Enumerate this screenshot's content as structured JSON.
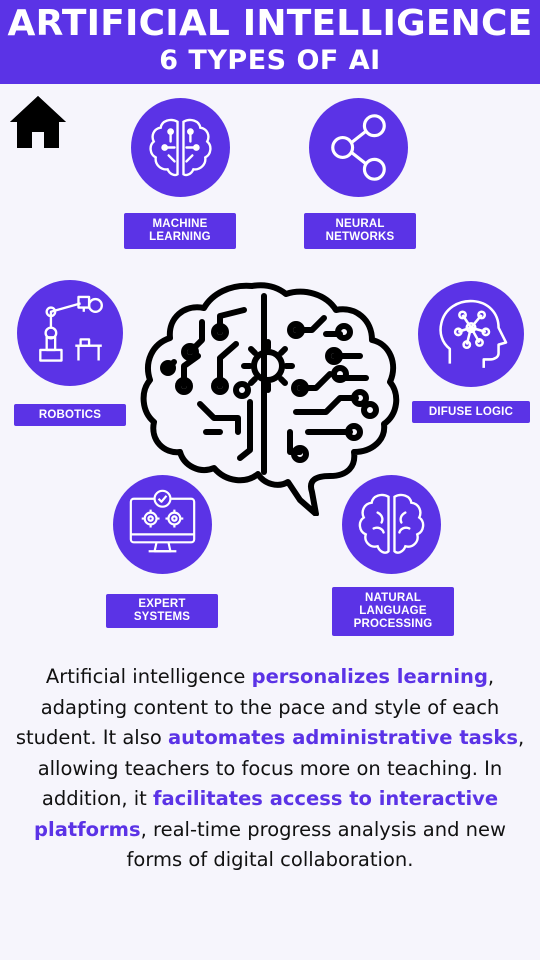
{
  "header": {
    "title": "ARTIFICIAL INTELLIGENCE",
    "subtitle": "6 TYPES OF AI"
  },
  "items": [
    {
      "label": "MACHINE LEARNING",
      "icon": "brain-circuit-icon"
    },
    {
      "label": "NEURAL NETWORKS",
      "icon": "share-nodes-icon"
    },
    {
      "label": "ROBOTICS",
      "icon": "robot-arm-icon"
    },
    {
      "label": "DIFUSE LOGIC",
      "icon": "head-network-icon"
    },
    {
      "label": "EXPERT SYSTEMS",
      "icon": "monitor-gears-icon"
    },
    {
      "label": "NATURAL LANGUAGE PROCESSING",
      "icon": "brain-outline-icon"
    }
  ],
  "paragraph": {
    "p1": "Artificial intelligence ",
    "b1": "personalizes learning",
    "p2": ", adapting content to the pace and style of each student. It also ",
    "b2": "automates administrative tasks",
    "p3": ", allowing teachers to focus more on teaching. In addition, it ",
    "b3": "facilitates access to interactive platforms",
    "p4": ", real-time progress analysis and new forms of digital collaboration."
  },
  "colors": {
    "accent": "#5b33e6",
    "background": "#f6f5fc",
    "text": "#111111"
  }
}
